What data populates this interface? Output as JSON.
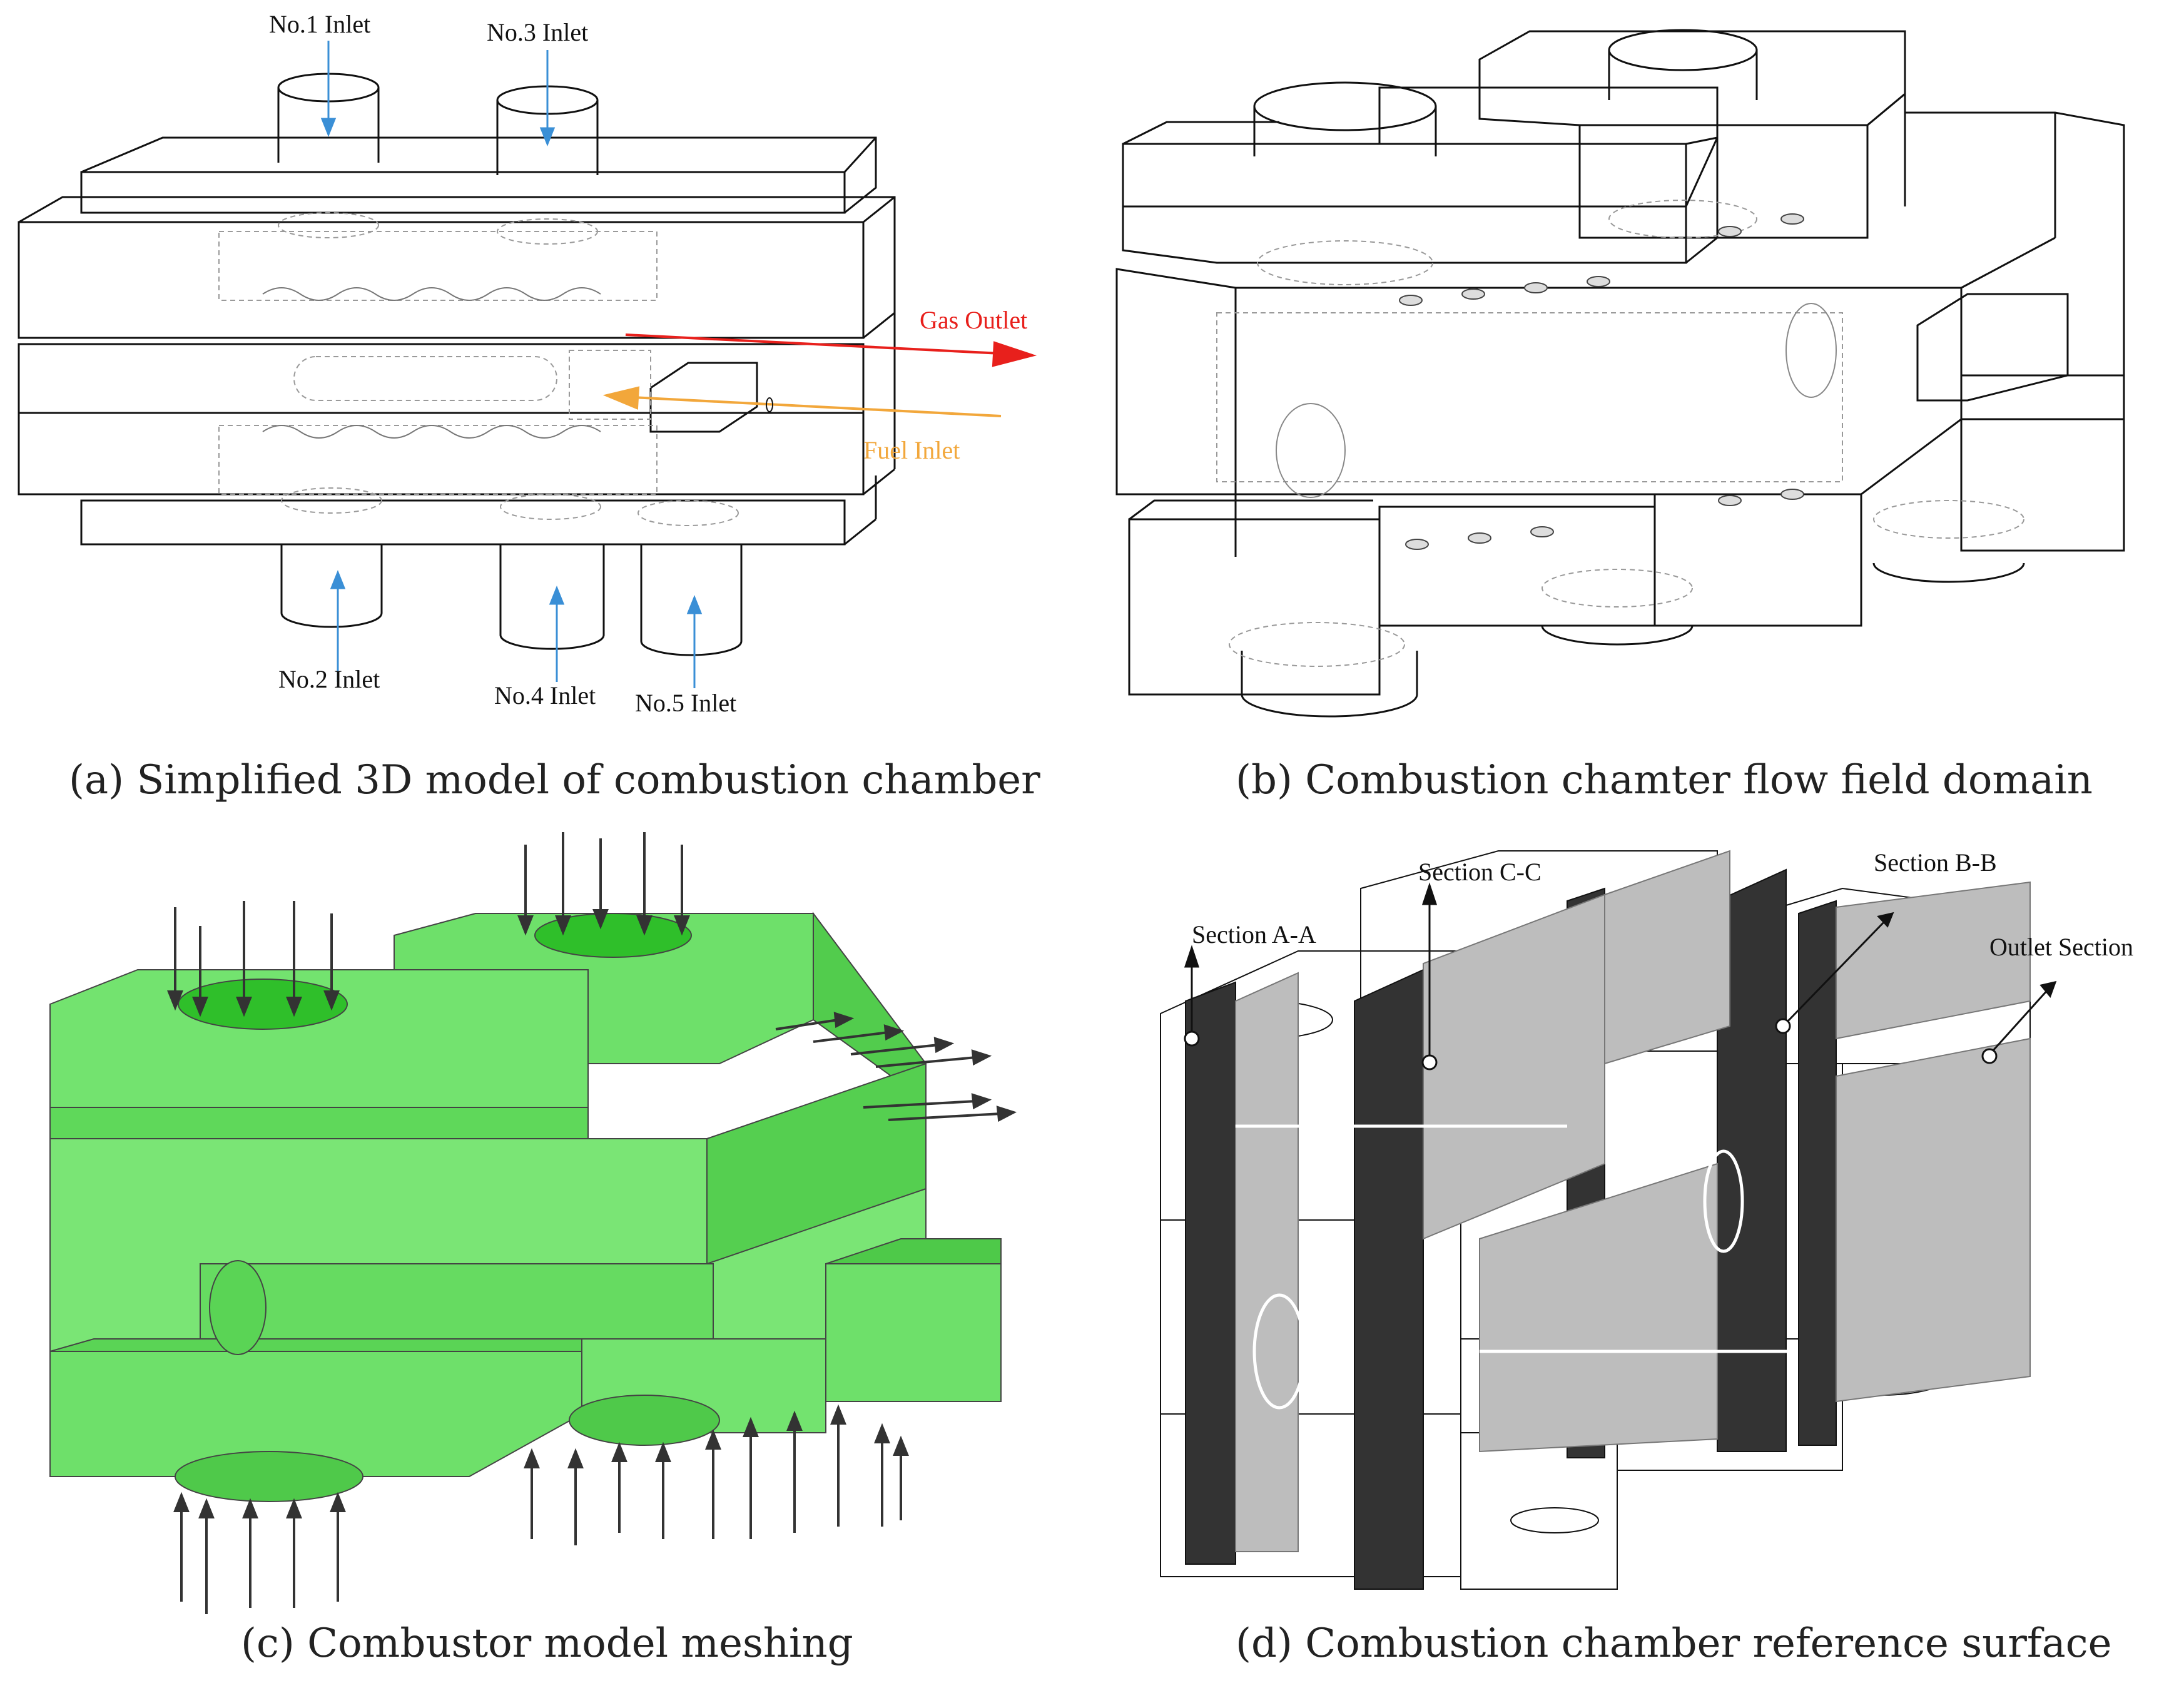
{
  "panel_a": {
    "caption": "(a)  Simplified 3D model of combustion chamber",
    "labels": {
      "no1": "No.1  Inlet",
      "no3": "No.3  Inlet",
      "no2": "No.2  Inlet",
      "no4": "No.4  Inlet",
      "no5": "No.5  Inlet",
      "gas_outlet": "Gas Outlet",
      "fuel_inlet": "Fuel Inlet"
    },
    "colors": {
      "inlet_arrow": "#3a8fd6",
      "gas_outlet": "#e8201c",
      "fuel_inlet": "#f2a73b",
      "edges": "#111111",
      "hidden": "#9a9a9a"
    }
  },
  "panel_b": {
    "caption": "(b) Combustion chamter flow field domain"
  },
  "panel_c": {
    "caption": "(c) Combustor model meshing",
    "colors": {
      "mesh": "#5fd85a",
      "mesh_dark": "#2fbf2a",
      "arrow": "#333333"
    }
  },
  "panel_d": {
    "caption": "(d) Combustion chamber reference surface",
    "labels": {
      "section_aa": "Section A-A",
      "section_cc": "Section C-C",
      "section_bb": "Section B-B",
      "outlet": "Outlet Section"
    },
    "colors": {
      "dark_plane": "#333333",
      "light_plane": "#bdbdbd"
    }
  }
}
